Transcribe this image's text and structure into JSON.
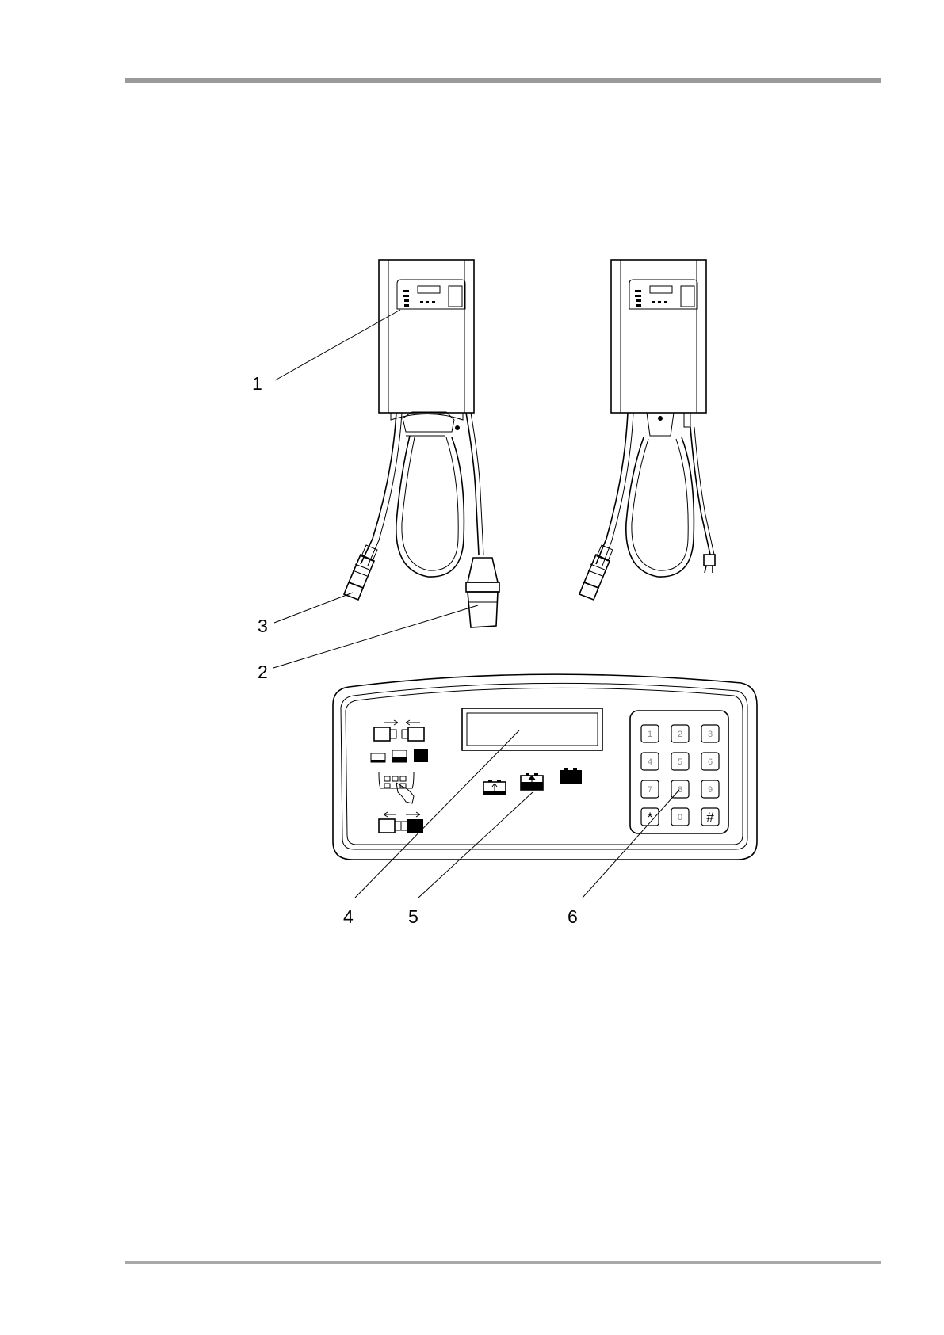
{
  "callouts": {
    "c1": "1",
    "c2": "2",
    "c3": "3",
    "c4": "4",
    "c5": "5",
    "c6": "6"
  },
  "keypad": {
    "keys": [
      "1",
      "2",
      "3",
      "4",
      "5",
      "6",
      "7",
      "8",
      "9",
      "*",
      "0",
      "#"
    ]
  },
  "icons": {
    "connector": "plug-connector-icon",
    "battery_states": [
      "battery-low-icon",
      "battery-charging-icon",
      "battery-full-icon"
    ],
    "keypad_press": "finger-press-keypad-icon"
  }
}
